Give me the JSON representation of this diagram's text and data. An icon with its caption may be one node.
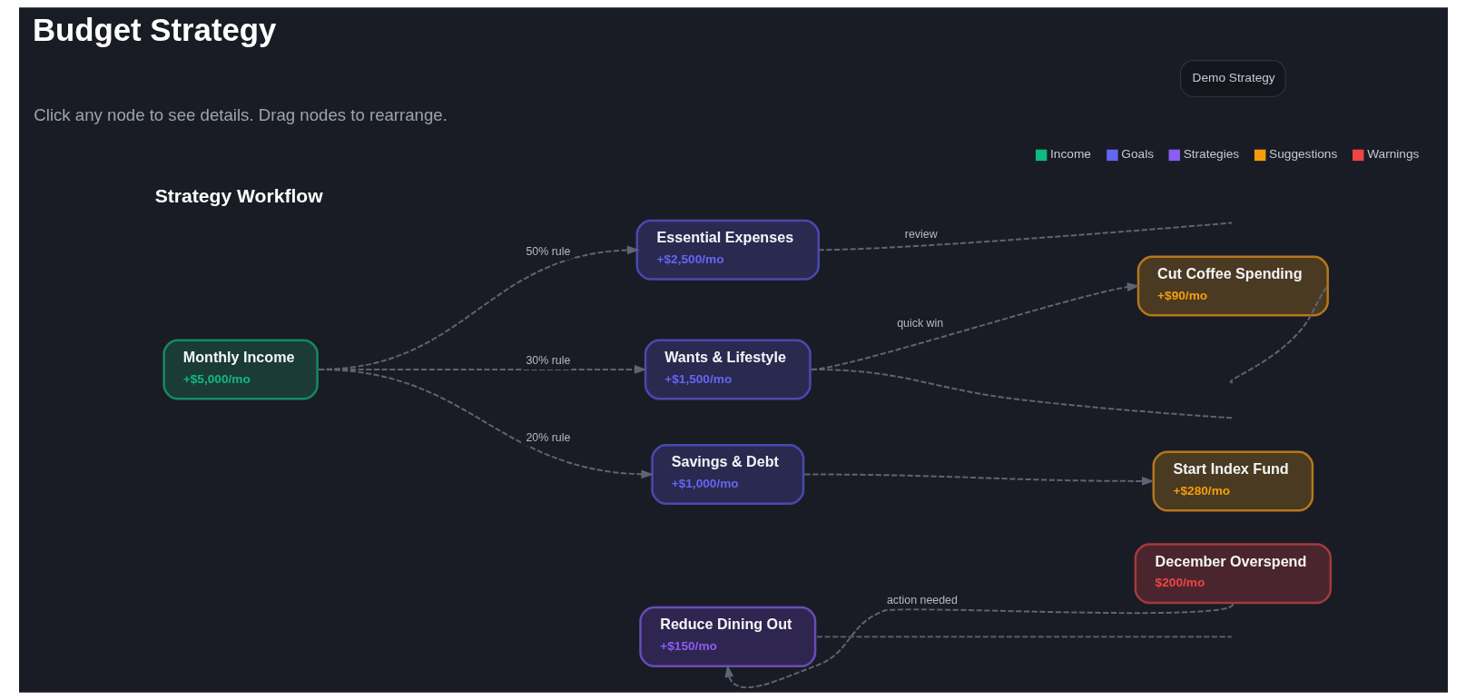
{
  "diagram": {
    "title": "Budget Strategy",
    "nodes": [
      {
        "text": [
          "Monthly Income",
          "+$5,000/mo"
        ]
      },
      {
        "text": [
          "Essential Expenses",
          "+$2,500/mo"
        ]
      },
      {
        "text": [
          "Wants & Lifestyle",
          "+$1,500/mo"
        ]
      },
      {
        "text": [
          "Savings & Debt",
          "+$1,000/mo"
        ]
      },
      {
        "text": [
          "Reduce Dining Out",
          "+$150/mo"
        ]
      },
      {
        "text": [
          "Cut Coffee Spending",
          "+$90/mo"
        ]
      },
      {
        "text": [
          "December Overspend",
          "$200/mo"
        ]
      },
      {
        "text": [
          "Start Index Fund",
          "+$280/mo"
        ]
      }
    ],
    "edges": [
      {
        "from": 0,
        "to": 1,
        "arrow": "to",
        "label": "50% rule",
        "style": "dashed"
      },
      {
        "from": 0,
        "to": 2,
        "arrow": "to",
        "label": "30% rule",
        "style": "dashed"
      },
      {
        "from": 0,
        "to": 3,
        "arrow": "to",
        "label": "20% rule",
        "style": "dashed"
      },
      {
        "from": 2,
        "to": 5,
        "arrow": "to",
        "label": "quick win",
        "style": "dashed"
      },
      {
        "from": 3,
        "to": 7,
        "arrow": "to",
        "style": "dashed"
      },
      {
        "from": 6,
        "to": 4,
        "arrow": "to",
        "label": "action needed",
        "style": "dashed"
      },
      {
        "from": 1,
        "to": null,
        "arrow": "none",
        "label": "review",
        "style": "dashed"
      },
      {
        "from": 2,
        "to": null,
        "arrow": "none",
        "style": "dashed"
      },
      {
        "from": 5,
        "to": null,
        "arrow": "none",
        "style": "dashed"
      },
      {
        "from": 4,
        "to": null,
        "arrow": "none",
        "style": "dashed"
      }
    ],
    "labels": [
      "Click any node to see details. Drag nodes to rearrange.",
      "Demo Strategy",
      "Strategy Workflow"
    ],
    "legend": [
      {
        "text": "Income",
        "color": "#10b981"
      },
      {
        "text": "Goals",
        "color": "#6366f1"
      },
      {
        "text": "Strategies",
        "color": "#8b5cf6"
      },
      {
        "text": "Suggestions",
        "color": "#f59e0b"
      },
      {
        "text": "Warnings",
        "color": "#ef4444"
      }
    ]
  }
}
